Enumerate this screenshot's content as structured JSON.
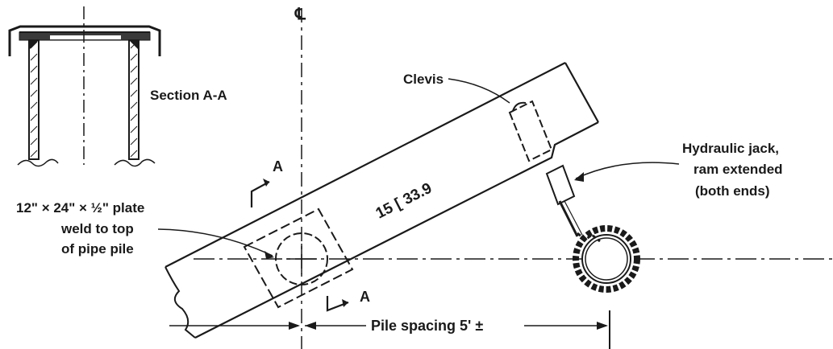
{
  "labels": {
    "centerline": "℄",
    "section_title": "Section A-A",
    "clevis": "Clevis",
    "jack_line1": "Hydraulic jack,",
    "jack_line2": "ram extended",
    "jack_line3": "(both ends)",
    "channel": "15 [ 33.9",
    "plate_line1": "12\" × 24\" × ½\" plate",
    "plate_line2": "weld to top",
    "plate_line3": "of pipe pile",
    "section_mark_top": "A",
    "section_mark_bottom": "A",
    "pile_spacing": "Pile spacing 5' ±"
  }
}
